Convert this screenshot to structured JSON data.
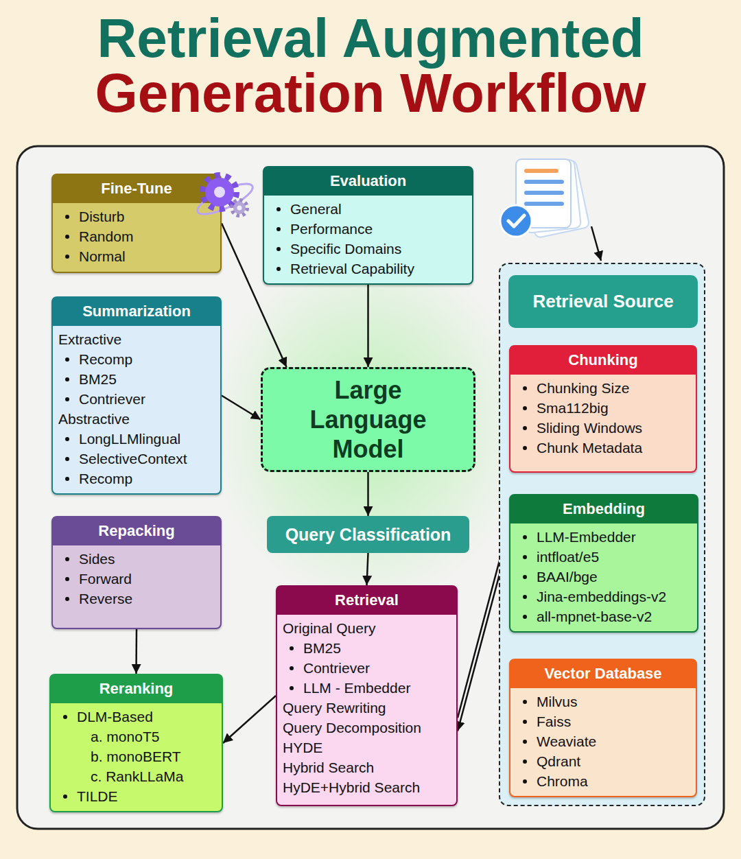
{
  "diagram": {
    "title": "Retrieval Augmented Generation Workflow",
    "nodes": [
      {
        "text": [
          "Fine-Tune",
          "Disturb",
          "Random",
          "Normal"
        ]
      },
      {
        "text": [
          "Evaluation",
          "General",
          "Performance",
          "Specific Domains",
          "Retrieval Capability"
        ]
      },
      {
        "text": [
          "Retrieval Source"
        ]
      },
      {
        "text": [
          "Chunking",
          "Chunking Size",
          "Sma112big",
          "Sliding Windows",
          "Chunk Metadata"
        ],
        "in": 2
      },
      {
        "text": [
          "Summarization",
          "Extractive",
          "Recomp",
          "BM25",
          "Contriever",
          "Abstractive",
          "LongLLMlingual",
          "SelectiveContext",
          "Recomp"
        ]
      },
      {
        "text": [
          "Large Language Model"
        ]
      },
      {
        "text": [
          "Embedding",
          "LLM-Embedder",
          "intfloat/e5",
          "BAAI/bge",
          "Jina-embeddings-v2",
          "all-mpnet-base-v2"
        ],
        "in": 2
      },
      {
        "text": [
          "Repacking",
          "Sides",
          "Forward",
          "Reverse"
        ]
      },
      {
        "text": [
          "Query Classification"
        ]
      },
      {
        "text": [
          "Retrieval",
          "Original Query",
          "BM25",
          "Contriever",
          "LLM - Embedder",
          "Query Rewriting",
          "Query Decomposition",
          "HYDE",
          "Hybrid Search",
          "HyDE+Hybrid Search"
        ]
      },
      {
        "text": [
          "Vector Database",
          "Milvus",
          "Faiss",
          "Weaviate",
          "Qdrant",
          "Chroma"
        ],
        "in": 2
      },
      {
        "text": [
          "Reranking",
          "DLM-Based",
          "a. monoT5",
          "b. monoBERT",
          "c. RankLLaMa",
          "TILDE"
        ]
      }
    ],
    "edges": [
      {
        "from": 0,
        "to": 5,
        "arrow": "to"
      },
      {
        "from": 1,
        "to": 5,
        "arrow": "to"
      },
      {
        "from": 4,
        "to": 5,
        "arrow": "to"
      },
      {
        "from": 5,
        "to": 8,
        "arrow": "to"
      },
      {
        "from": 8,
        "to": 9,
        "arrow": "to"
      },
      {
        "from": 9,
        "to": 6,
        "arrow": "to"
      },
      {
        "from": 6,
        "to": 9,
        "arrow": "to"
      },
      {
        "from": 9,
        "to": 11,
        "arrow": "to"
      },
      {
        "from": 7,
        "to": 11,
        "arrow": "to"
      }
    ]
  }
}
